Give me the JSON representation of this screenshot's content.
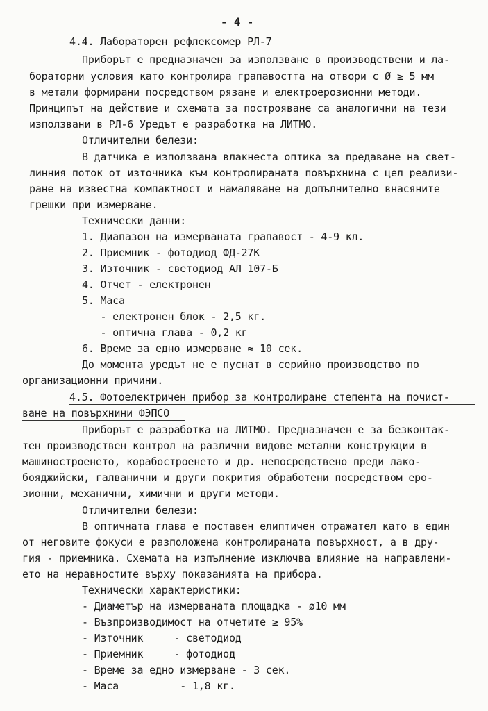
{
  "page_number": "- 4 -",
  "section1": {
    "heading": "4.4. Лабораторен рефлексомер РЛ-7",
    "intro": [
      "Приборът е предназначен за използване в производствени и ла-",
      "бораторни условия като контролира грапавостта на отвори с Ø ≥ 5 мм",
      "в метали формирани посредством рязане и електроерозионни методи.",
      "Принципът на действие и схемата за построяване са аналогични на тези",
      "използвани в РЛ-6 Уредът е разработка на ЛИТМО."
    ],
    "features_label": "Отличителни белези:",
    "features": [
      "В датчика е използвана влакнеста оптика за предаване на свет-",
      "линния поток от източника към контролираната повърхнина с цел реализи-",
      "ране на известна компактност и намаляване на допълнително внасяните",
      "грешки при измерване."
    ],
    "tech_label": "Технически данни:",
    "tech": [
      "1. Диапазон на измерваната грапавост - 4-9 кл.",
      "2. Приемник - фотодиод ФД-27К",
      "3. Източник - светодиод АЛ 107-Б",
      "4. Отчет - електронен",
      "5. Маса",
      "   - електронен блок - 2,5 кг.",
      "   - оптична глава - 0,2 кг",
      "6. Време за едно измерване ≈ 10 сек."
    ],
    "note": [
      "До момента уредът не е пуснат в серийно производство по",
      "организационни причини."
    ]
  },
  "section2": {
    "heading": [
      "4.5. Фотоелектричен прибор за контролиране степента на почист-",
      "ване на повърхнини ФЭПСО"
    ],
    "intro": [
      "Приборът е разработка на ЛИТМО. Предназначен е за безконтак-",
      "тен производствен контрол на различни видове метални конструкции в",
      "машиностроенето, корабостроенето и др. непосредствено преди лако-",
      "бояджийски, галванични и други покрития обработени посредством еро-",
      "зионни, механични, химични и други методи."
    ],
    "features_label": "Отличителни белези:",
    "features": [
      "В оптичната глава е поставен елиптичен отражател като в един",
      "от неговите фокуси е разположена контролираната повърхност, а в дру-",
      "гия - приемника. Схемата на изпълнение изключва влияние на направлени-",
      "ето на неравностите върху показанията на прибора."
    ],
    "tech_label": "Технически характеристики:",
    "tech": [
      "- Диаметър на измерваната площадка - ø10 мм",
      "- Възпроизводимост на отчетите ≥ 95%",
      "- Източник     - светодиод",
      "- Приемник     - фотодиод",
      "- Време за едно измерване - 3 сек.",
      "- Маса          - 1,8 кг."
    ]
  }
}
